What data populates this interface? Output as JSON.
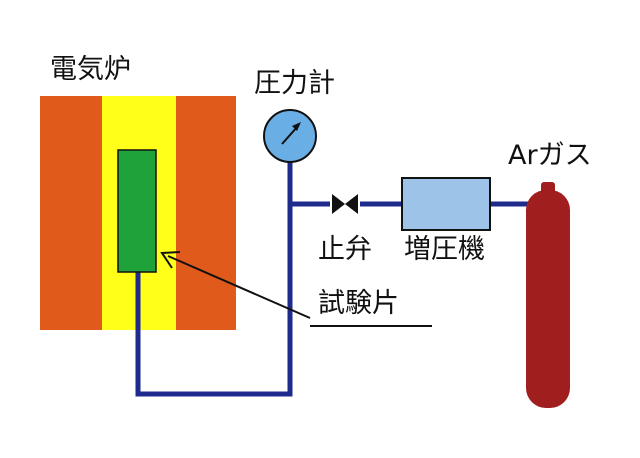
{
  "labels": {
    "electric_furnace": "電気炉",
    "pressure_gauge": "圧力計",
    "ar_gas": "Arガス",
    "stop_valve": "止弁",
    "booster": "増圧機",
    "test_specimen": "試験片"
  },
  "colors": {
    "furnace_outer": "#e05a1c",
    "furnace_inner": "#ffff1a",
    "specimen": "#1fa23a",
    "pipe": "#1e2a8c",
    "gauge_fill": "#6aaee6",
    "booster_fill": "#9ec3e8",
    "cylinder": "#a01e1e",
    "outline": "#111111"
  }
}
